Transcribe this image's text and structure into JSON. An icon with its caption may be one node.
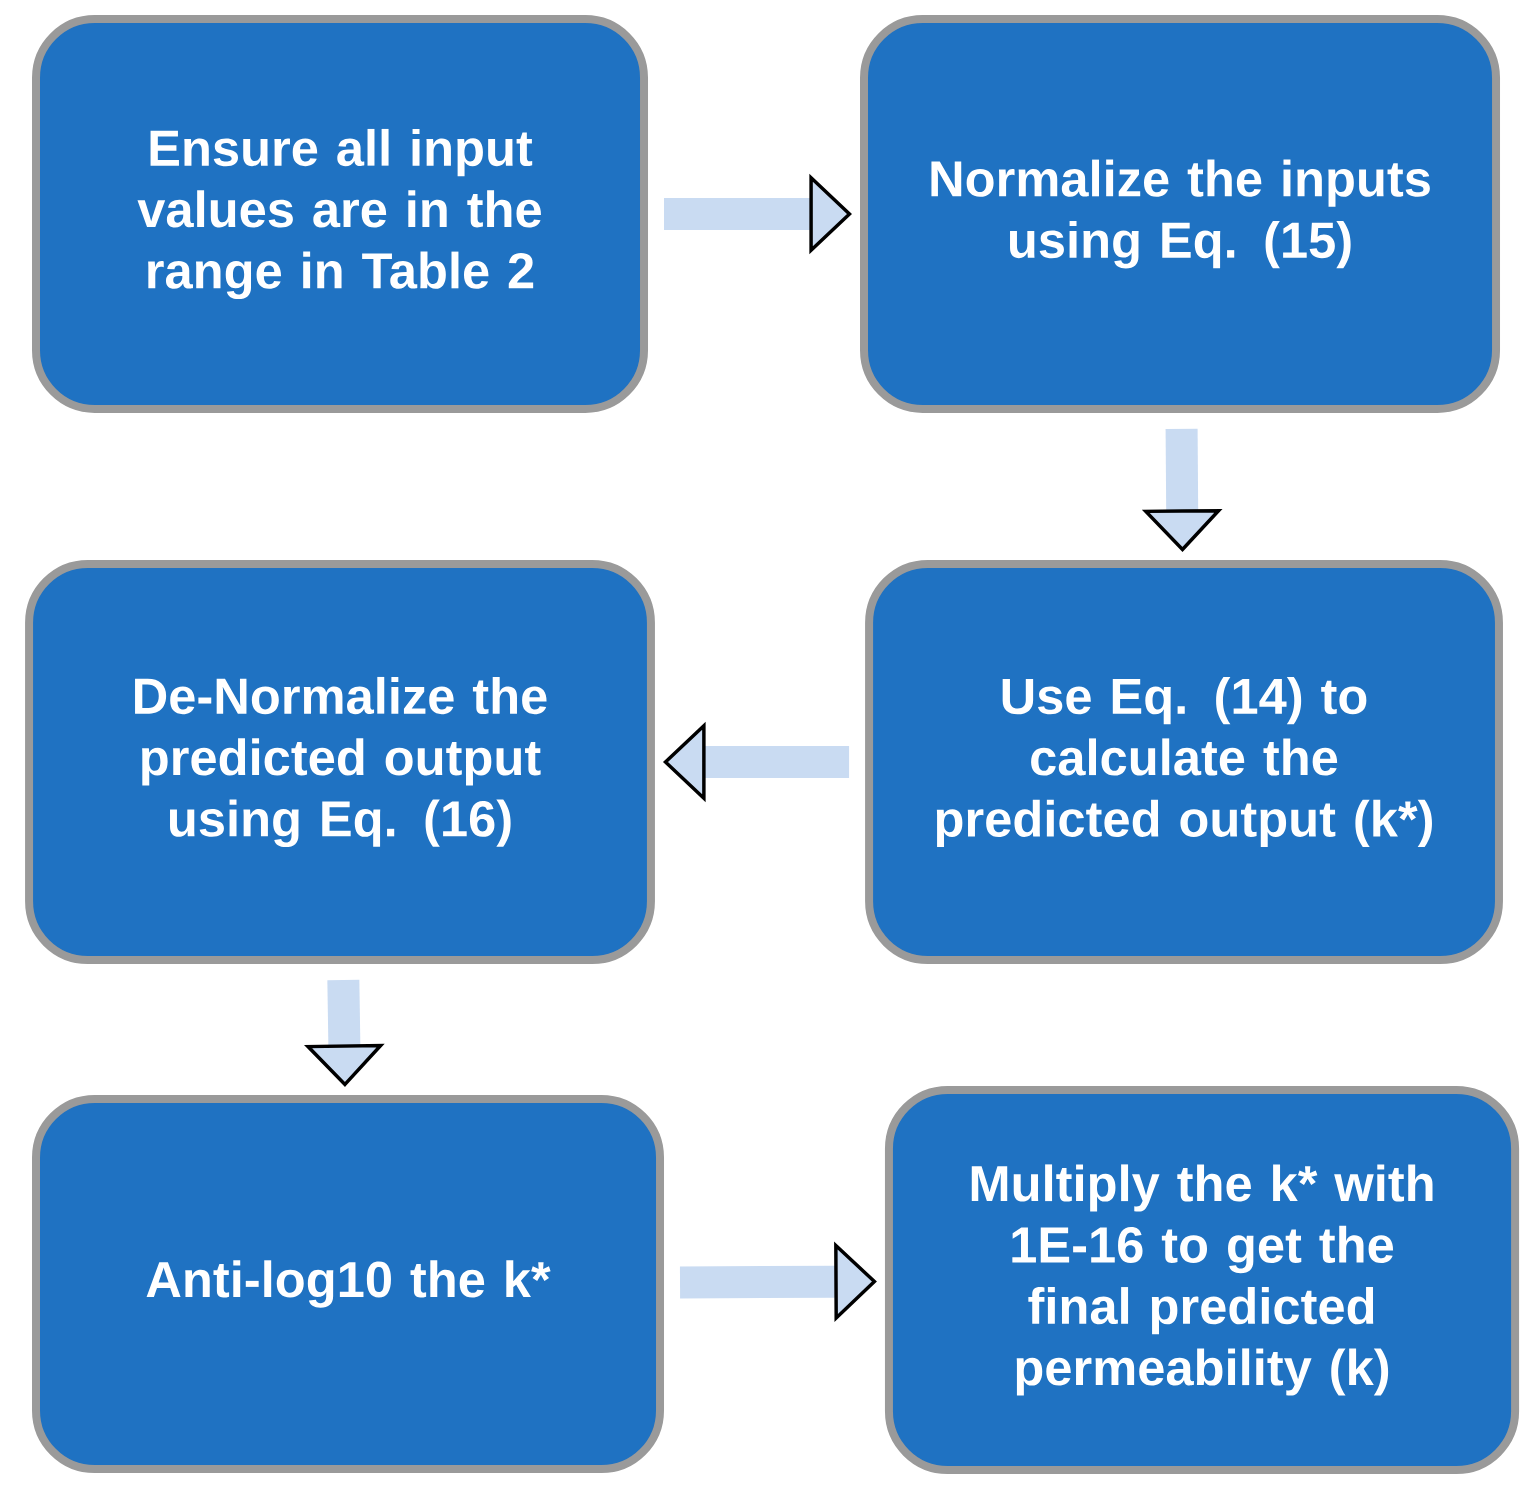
{
  "diagram": {
    "nodes": [
      {
        "text": [
          "Ensure all input values are in the range in Table 2"
        ]
      },
      {
        "text": [
          "Normalize the inputs using Eq. (15)"
        ]
      },
      {
        "text": [
          "De-Normalize the predicted output using Eq. (16)"
        ]
      },
      {
        "text": [
          "Use Eq. (14) to calculate the predicted output (k*)"
        ]
      },
      {
        "text": [
          "Anti-log10 the k*"
        ]
      },
      {
        "text": [
          "Multiply the k* with 1E-16 to get the final predicted permeability (k)"
        ]
      }
    ],
    "edges": [
      {
        "from": 0,
        "to": 1,
        "arrow": "to"
      },
      {
        "from": 1,
        "to": 3,
        "arrow": "to"
      },
      {
        "from": 3,
        "to": 2,
        "arrow": "to"
      },
      {
        "from": 2,
        "to": 4,
        "arrow": "to"
      },
      {
        "from": 4,
        "to": 5,
        "arrow": "to"
      }
    ]
  }
}
